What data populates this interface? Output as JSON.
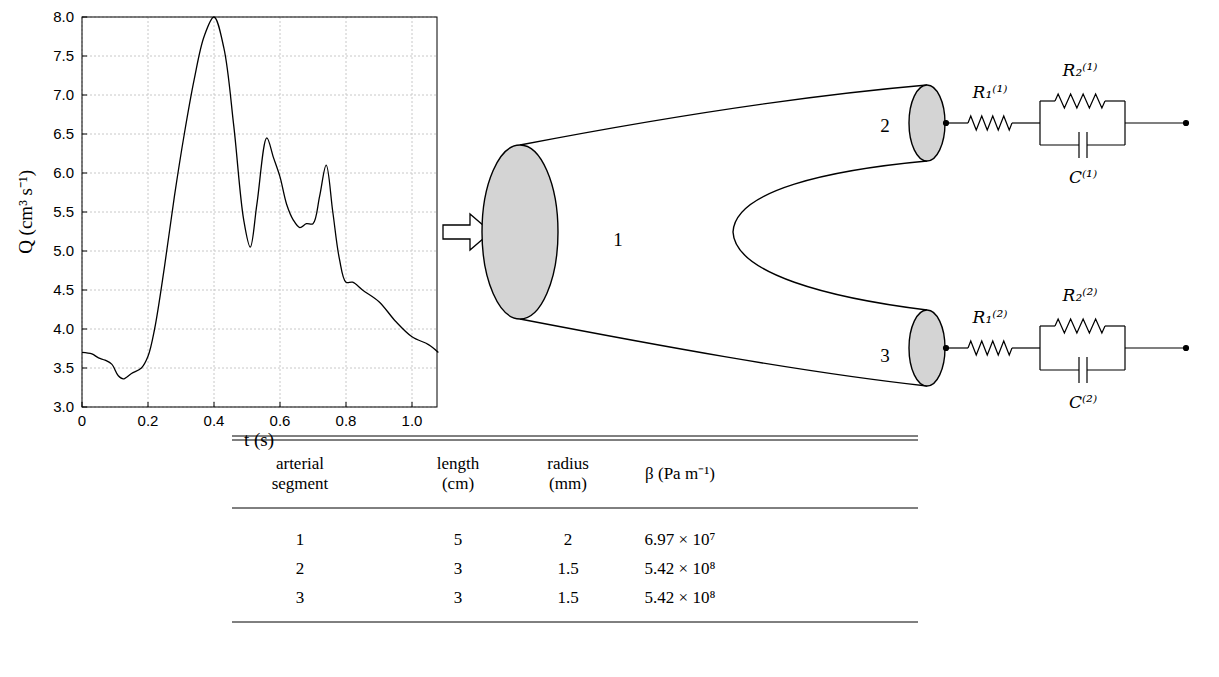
{
  "diagram": {
    "labels": [
      "8.0",
      "7.5",
      "7.0",
      "6.5",
      "6.0",
      "5.5",
      "5.0",
      "4.5",
      "4.0",
      "3.5",
      "3.0",
      "0",
      "0.2",
      "0.4",
      "0.6",
      "0.8",
      "1.0",
      "Q (cm³ s⁻¹)",
      "t (s)",
      "1",
      "2",
      "3",
      "R₁⁽¹⁾",
      "R₂⁽¹⁾",
      "C⁽¹⁾",
      "R₁⁽²⁾",
      "R₂⁽²⁾",
      "C⁽²⁾",
      "arterial segment",
      "length (cm)",
      "radius (mm)",
      "β (Pa m⁻¹)",
      "1",
      "5",
      "2",
      "6.97 × 10⁷",
      "2",
      "3",
      "1.5",
      "5.42 × 10⁸",
      "3",
      "3",
      "1.5",
      "5.42 × 10⁸"
    ]
  }
}
